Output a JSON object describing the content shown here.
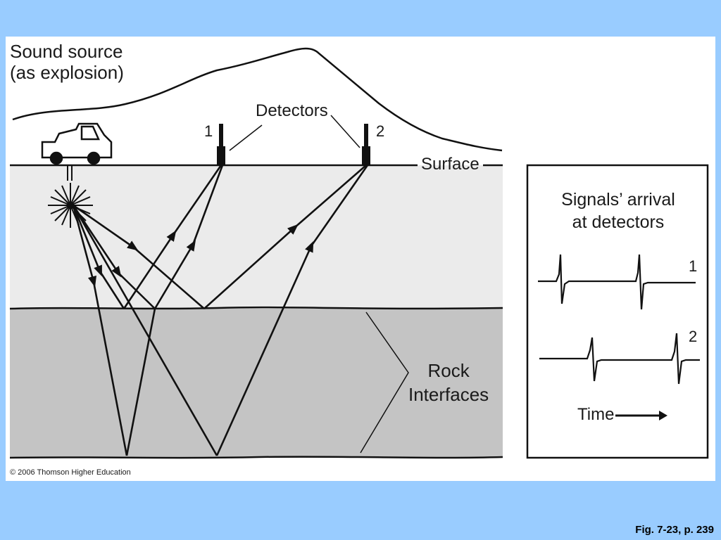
{
  "labels": {
    "sound_source_line1": "Sound source",
    "sound_source_line2": "(as explosion)",
    "detectors": "Detectors",
    "detector1": "1",
    "detector2": "2",
    "surface": "Surface",
    "rock_line1": "Rock",
    "rock_line2": "Interfaces",
    "copyright": "© 2006 Thomson Higher Education"
  },
  "signals": {
    "title_line1": "Signals’ arrival",
    "title_line2": "at detectors",
    "trace1_label": "1",
    "trace2_label": "2",
    "time_label": "Time"
  },
  "caption": "Fig. 7-23, p. 239",
  "colors": {
    "slide_background": "#99ccff",
    "upper_layer": "#ebebeb",
    "lower_layer": "#c4c4c4",
    "lines": "#111111"
  }
}
